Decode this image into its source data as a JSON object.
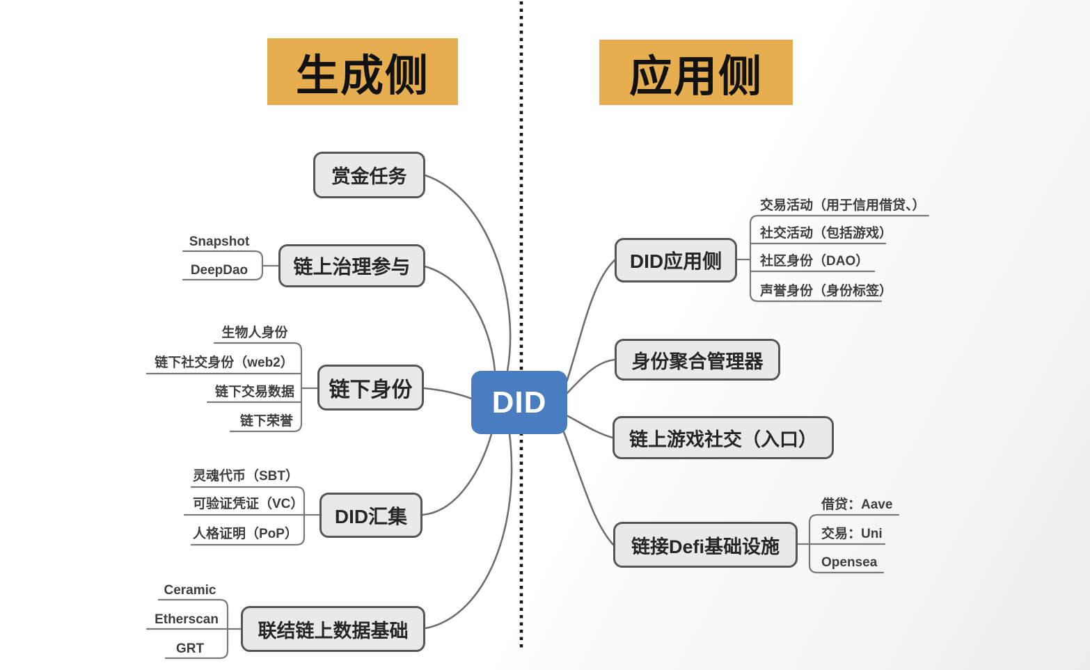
{
  "headers": {
    "left": "生成侧",
    "right": "应用侧"
  },
  "center": {
    "label": "DID"
  },
  "left_branches": [
    {
      "label": "赏金任务",
      "children": []
    },
    {
      "label": "链上治理参与",
      "children": [
        "Snapshot",
        "DeepDao"
      ]
    },
    {
      "label": "链下身份",
      "children": [
        "生物人身份",
        "链下社交身份（web2）",
        "链下交易数据",
        "链下荣誉"
      ]
    },
    {
      "label": "DID汇集",
      "children": [
        "灵魂代币（SBT）",
        "可验证凭证（VC）",
        "人格证明（PoP）"
      ]
    },
    {
      "label": "联结链上数据基础",
      "children": [
        "Ceramic",
        "Etherscan",
        "GRT"
      ]
    }
  ],
  "right_branches": [
    {
      "label": "DID应用侧",
      "children": [
        "交易活动（用于信用借贷、）",
        "社交活动（包括游戏）",
        "社区身份（DAO）",
        "声誉身份（身份标签）"
      ]
    },
    {
      "label": "身份聚合管理器",
      "children": []
    },
    {
      "label": "链上游戏社交（入口）",
      "children": []
    },
    {
      "label": "链接Defi基础设施",
      "children": [
        "借贷：Aave",
        "交易：Uni",
        "Opensea"
      ]
    }
  ],
  "colors": {
    "header_bg": "#e6ae4e",
    "center_bg": "#4a7cc0",
    "topic_bg": "#e9e9e9",
    "topic_border": "#555555",
    "connector": "#6e6e6e",
    "divider": "#141414"
  }
}
